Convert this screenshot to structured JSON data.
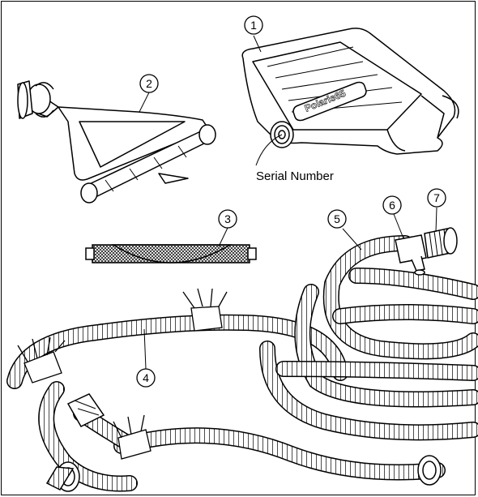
{
  "callouts": [
    {
      "id": 1,
      "label": "1"
    },
    {
      "id": 2,
      "label": "2"
    },
    {
      "id": 3,
      "label": "3"
    },
    {
      "id": 4,
      "label": "4"
    },
    {
      "id": 5,
      "label": "5"
    },
    {
      "id": 6,
      "label": "6"
    },
    {
      "id": 7,
      "label": "7"
    }
  ],
  "serial_label": "Serial Number",
  "brand_text": "Polaris65",
  "colors": {
    "line": "#000000",
    "background": "#ffffff"
  }
}
